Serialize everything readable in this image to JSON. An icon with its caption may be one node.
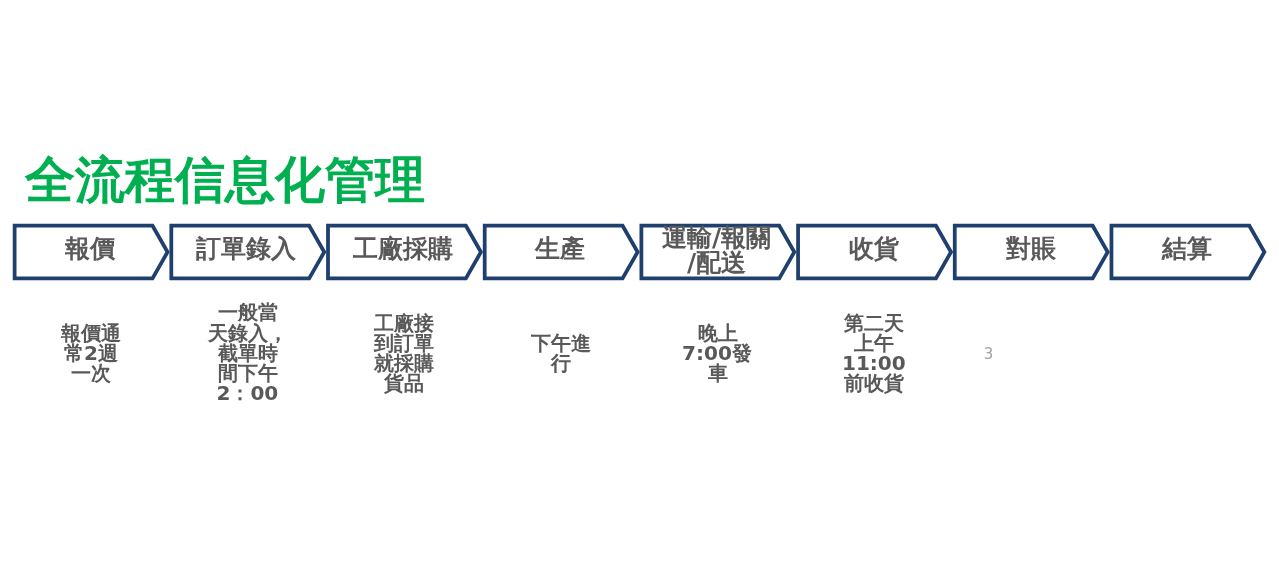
{
  "diagram": {
    "title": "全流程信息化管理",
    "nodes": [
      {
        "text": [
          "報價"
        ],
        "beside": [
          "報價通常2週一次"
        ]
      },
      {
        "text": [
          "訂單錄入"
        ],
        "beside": [
          "一般當天錄入，截單時間下午2：00"
        ]
      },
      {
        "text": [
          "工廠採購"
        ],
        "beside": [
          "工廠接到訂單就採購貨品"
        ]
      },
      {
        "text": [
          "生產"
        ],
        "beside": [
          "下午進行"
        ]
      },
      {
        "text": [
          "運輸/報關/配送"
        ],
        "beside": [
          "晚上7:00發車"
        ]
      },
      {
        "text": [
          "收貨"
        ],
        "beside": [
          "第二天上午11:00前收貨"
        ]
      },
      {
        "text": [
          "對賬"
        ]
      },
      {
        "text": [
          "結算"
        ]
      }
    ],
    "labels": [
      "3"
    ]
  }
}
